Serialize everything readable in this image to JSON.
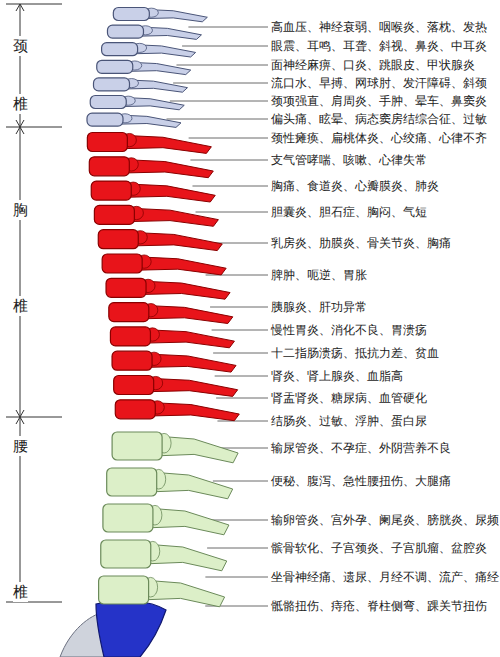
{
  "diagram": {
    "labels": [
      "颈",
      "椎",
      "胸",
      "椎",
      "腰",
      "椎",
      "高血压、神经衰弱、咽喉炎、落枕、发热",
      "眼震、耳鸣、耳聋、斜视、鼻炎、中耳炎",
      "面神经麻痹、口炎、跳眼皮、甲状腺炎",
      "流口水、早搏、网球肘、发汗障碍、斜颈",
      "颈项强直、肩周炎、手肿、晕车、鼻窦炎",
      "偏头痛、眩晕、病态窦房结综合征、过敏",
      "颈性瘫痪、扁桃体炎、心绞痛、心律不齐",
      "支气管哮喘、咳嗽、心律失常",
      "胸痛、食道炎、心瓣膜炎、肺炎",
      "胆囊炎、胆石症、胸闷、气短",
      "乳房炎、肋膜炎、骨关节炎、胸痛",
      "脾肿、呃逆、胃胀",
      "胰腺炎、肝功异常",
      "慢性胃炎、消化不良、胃溃疡",
      "十二指肠溃疡、抵抗力差、贫血",
      "肾炎、肾上腺炎、血脂高",
      "肾盂肾炎、糖尿病、血管硬化",
      "结肠炎、过敏、浮肿、蛋白尿",
      "输尿管炎、不孕症、外阴营养不良",
      "便秘、腹泻、急性腰扭伤、大腿痛",
      "输卵管炎、宫外孕、阑尾炎、膀胱炎、尿频",
      "髌骨软化、子宫颈炎、子宫肌瘤、盆腔炎",
      "坐骨神经痛、遗尿、月经不调、流产、痛经",
      "骶骼扭伤、痔疮、脊柱侧弯、踝关节扭伤"
    ]
  }
}
